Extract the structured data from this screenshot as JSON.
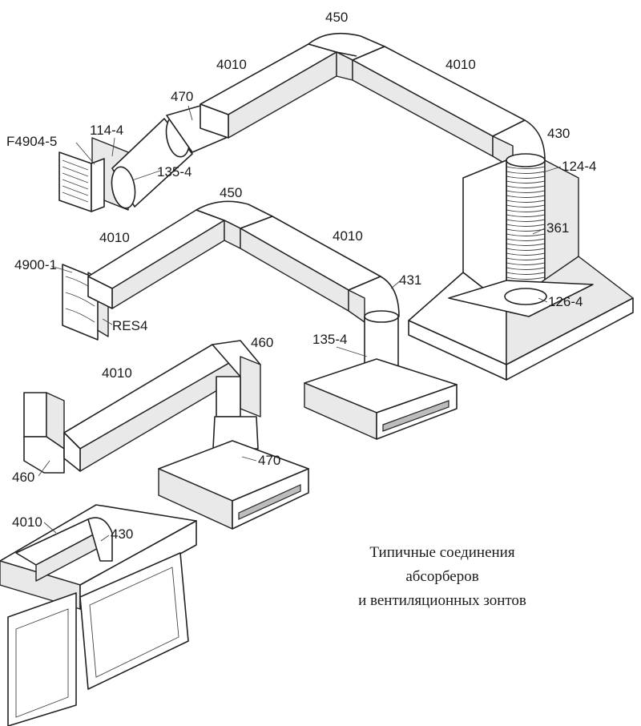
{
  "labels": {
    "c450_top": "450",
    "c4010_top_left": "4010",
    "c4010_top_right": "4010",
    "c470_top": "470",
    "c430_right": "430",
    "cF4904": "F4904-5",
    "c114": "114-4",
    "c135_top": "135-4",
    "c124": "124-4",
    "c450_mid": "450",
    "c4010_mid_left": "4010",
    "c4010_mid_right": "4010",
    "c361": "361",
    "c4900": "4900-1",
    "c431": "431",
    "cRES4": "RES4",
    "c126": "126-4",
    "c135_mid": "135-4",
    "c460_right": "460",
    "c4010_low": "4010",
    "c470_low": "470",
    "c460_left": "460",
    "c4010_bottom": "4010",
    "c430_bottom": "430"
  },
  "caption": {
    "line1": "Типичные соединения",
    "line2": "абсорберов",
    "line3": "и вентиляционных зонтов"
  }
}
